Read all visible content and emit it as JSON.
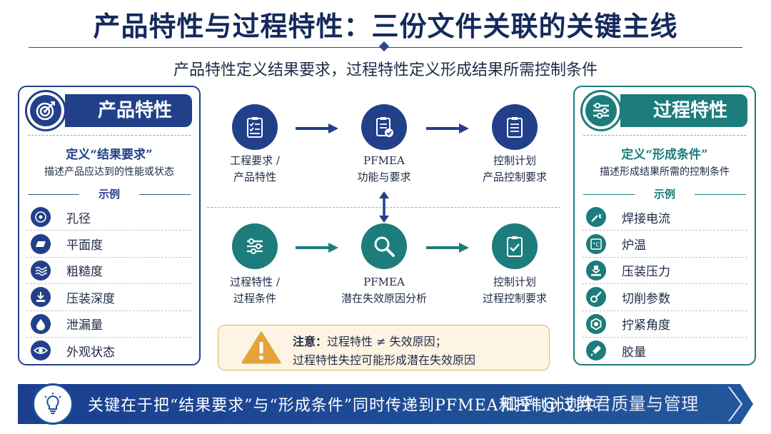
{
  "header": {
    "title": "产品特性与过程特性：三份文件关联的关键主线",
    "subtitle": "产品特性定义结果要求，过程特性定义形成结果所需控制条件"
  },
  "left_panel": {
    "title": "产品特性",
    "icon": "target-icon",
    "definition": "定义“结果要求”",
    "description": "描述产品应达到的性能或状态",
    "examples_label": "示例",
    "examples": [
      {
        "label": "孔径",
        "icon": "hole-icon"
      },
      {
        "label": "平面度",
        "icon": "flatness-icon"
      },
      {
        "label": "粗糙度",
        "icon": "roughness-icon"
      },
      {
        "label": "压装深度",
        "icon": "press-depth-icon"
      },
      {
        "label": "泄漏量",
        "icon": "drop-icon"
      },
      {
        "label": "外观状态",
        "icon": "eye-icon"
      }
    ]
  },
  "right_panel": {
    "title": "过程特性",
    "icon": "sliders-icon",
    "definition": "定义“形成条件”",
    "description": "描述形成结果所需的控制条件",
    "examples_label": "示例",
    "examples": [
      {
        "label": "焊接电流",
        "icon": "welding-icon"
      },
      {
        "label": "炉温",
        "icon": "thermometer-icon"
      },
      {
        "label": "压装压力",
        "icon": "press-icon"
      },
      {
        "label": "切削参数",
        "icon": "cutting-icon"
      },
      {
        "label": "拧紧角度",
        "icon": "nut-icon"
      },
      {
        "label": "胶量",
        "icon": "glue-icon"
      }
    ]
  },
  "flow": {
    "top": [
      {
        "line1": "工程要求 /",
        "line2": "产品特性",
        "icon": "checklist-icon"
      },
      {
        "line1": "PFMEA",
        "line2": "功能与要求",
        "icon": "document-check-icon"
      },
      {
        "line1": "控制计划",
        "line2": "产品控制要求",
        "icon": "clipboard-icon"
      }
    ],
    "bottom": [
      {
        "line1": "过程特性 /",
        "line2": "过程条件",
        "icon": "sliders-icon"
      },
      {
        "line1": "PFMEA",
        "line2": "潜在失效原因分析",
        "icon": "magnifier-icon"
      },
      {
        "line1": "控制计划",
        "line2": "过程控制要求",
        "icon": "clipboard-check-icon"
      }
    ]
  },
  "notice": {
    "label": "注意：",
    "line1": "过程特性 ≠ 失效原因；",
    "line2": "过程特性失控可能形成潜在失效原因"
  },
  "footer": {
    "text": "关键在于把“结果要求”与“形成条件”同时传递到PFMEA和控制计划中",
    "watermark": "知乎 @过教君质量与管理"
  },
  "colors": {
    "navy": "#22408a",
    "teal": "#1d7c7c",
    "warning": "#e4a43a"
  }
}
